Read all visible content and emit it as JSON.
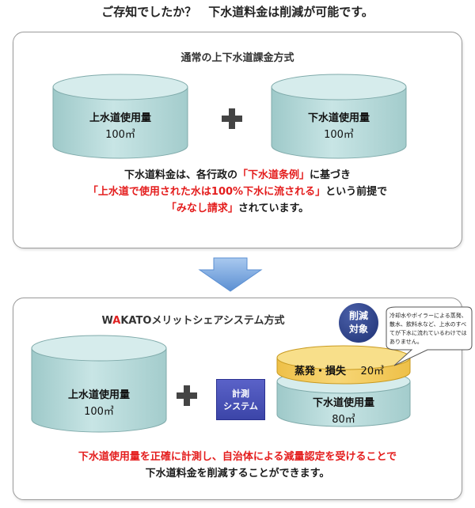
{
  "headline": "ご存知でしたか？　下水道料金は削減が可能です。",
  "panel1": {
    "title": "通常の上下水道課金方式",
    "left_cylinder": {
      "label": "上水道使用量",
      "amount": "100",
      "unit": "㎥"
    },
    "right_cylinder": {
      "label": "下水道使用量",
      "amount": "100",
      "unit": "㎥"
    },
    "plus": "+",
    "note": {
      "line1_pre": "下水道料金は、各行政の",
      "line1_red": "「下水道条例」",
      "line1_post": "に基づき",
      "line2_red": "「上水道で使用された水は100%下水に流される」",
      "line2_post": "という前提で",
      "line3_red": "「みなし請求」",
      "line3_post": "されています。"
    }
  },
  "arrow": "down-arrow",
  "panel2": {
    "title_brand_w": "W",
    "title_brand_a": "A",
    "title_brand_rest": "KATO",
    "title_rest": "メリットシェアシステム方式",
    "left_cylinder": {
      "label": "上水道使用量",
      "amount": "100",
      "unit": "㎥"
    },
    "plus": "+",
    "meter": {
      "line1": "計測",
      "line2": "システム"
    },
    "top_cylinder": {
      "label": "蒸発・損失",
      "amount": "20",
      "unit": "㎥"
    },
    "bottom_cylinder": {
      "label": "下水道使用量",
      "amount": "80",
      "unit": "㎥"
    },
    "badge": {
      "line1": "削減",
      "line2": "対象"
    },
    "bubble": "冷却水やボイラーによる蒸発、散水、飲料水など、上水のすべてが下水に流れているわけではありません。",
    "note": {
      "line1": "下水道使用量を正確に計測し、自治体による減量認定を受けることで",
      "line2": "下水道料金を削減することができます。"
    }
  },
  "colors": {
    "cylinder_body": "#b9dcdc",
    "cylinder_top": "#d6ecec",
    "cylinder_edge": "#7faaaa",
    "loss_body": "#f2cd55",
    "loss_top": "#f8df8a",
    "plus": "#444444",
    "arrow": "#7aa7dd",
    "accent_red": "#e41d1d",
    "meter": "#3c45a8",
    "badge": "#1f3275"
  }
}
